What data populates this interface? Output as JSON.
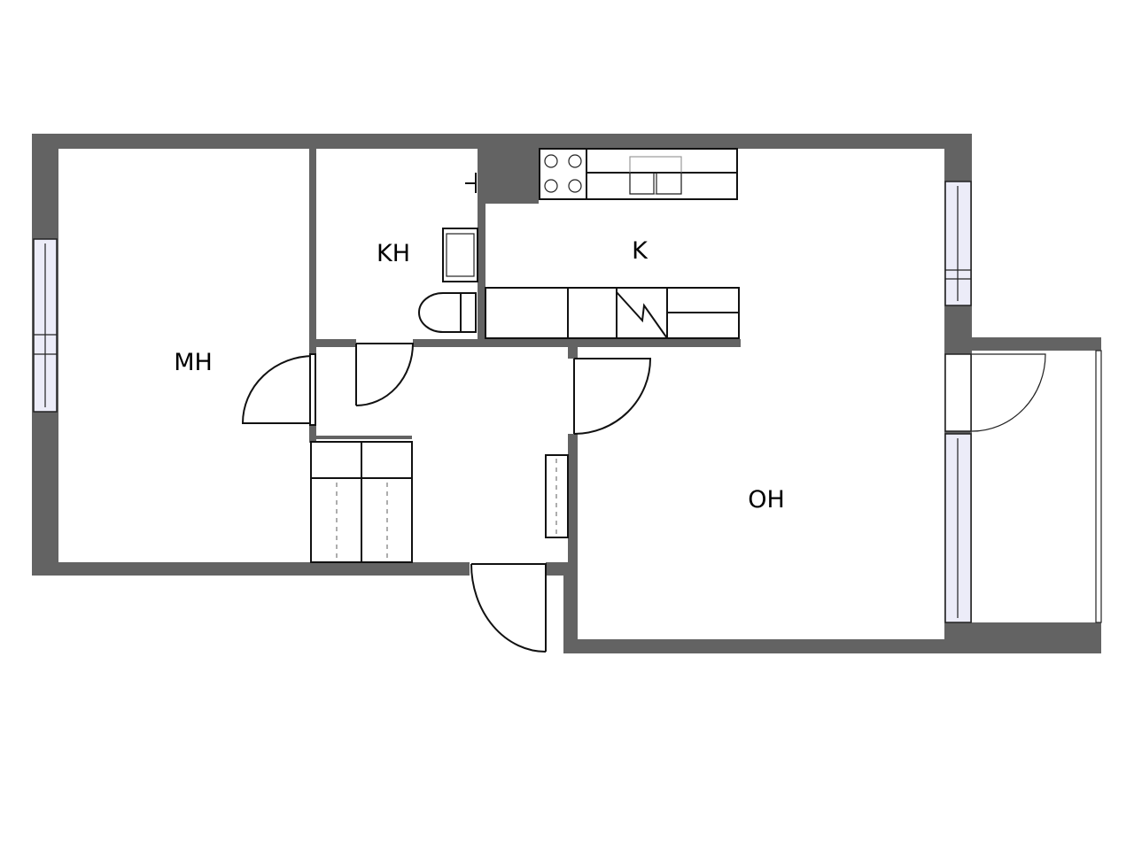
{
  "rooms": {
    "bedroom": "MH",
    "bathroom": "KH",
    "kitchen": "K",
    "living_room": "OH"
  },
  "colors": {
    "wall": "#636363",
    "window": "#ececf8"
  }
}
